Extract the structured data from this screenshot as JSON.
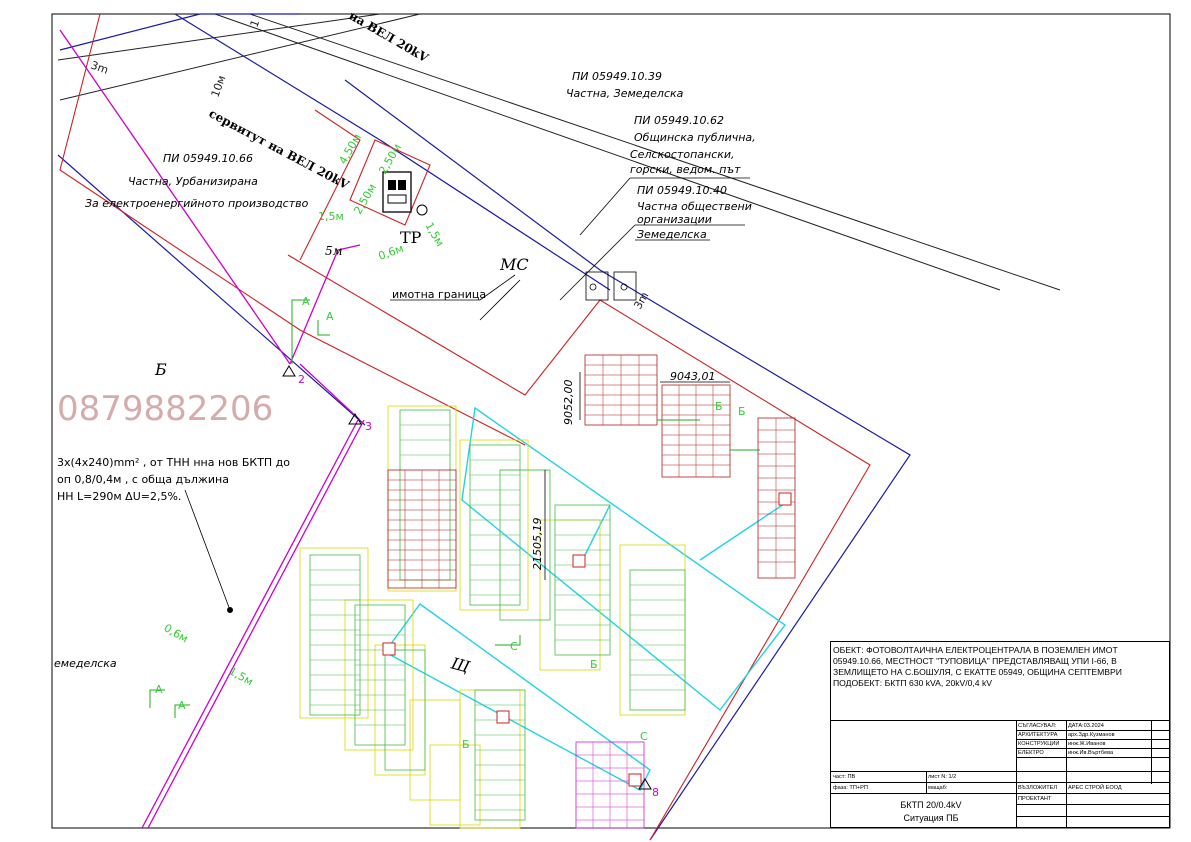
{
  "watermark": "0879882206",
  "plots": {
    "p39": {
      "id": "ПИ 05949.10.39",
      "owner": "Частна,  Земеделска"
    },
    "p62": {
      "id": "ПИ 05949.10.62",
      "line2": "Общинска публична,",
      "line3": "Селскостопански,",
      "line4": "горски, ведом. път"
    },
    "p40": {
      "id": "ПИ 05949.10.40",
      "line2": "Частна обществени",
      "line3": "организации",
      "line4": "Земеделска"
    },
    "p66": {
      "id": "ПИ 05949.10.66",
      "line2": "Частна, Урбанизирана",
      "line3": "За електроенергийното производство"
    },
    "left_bottom": "емеделска"
  },
  "easements": {
    "top": "на ВЕЛ 20kV",
    "main": "сервитут на ВЕЛ 20kV"
  },
  "zones": {
    "tp": "ТР",
    "mc": "МС",
    "b": "Б",
    "shch": "Щ"
  },
  "boundary_label": "имотна граница",
  "cable_note": {
    "line1": "3х(4х240)mm² , от ТНН нна нов БКТП до",
    "line2": "оп 0,8/0,4м , с обща дължина",
    "line3": "НН L=290м ΔU=2,5%."
  },
  "dimensions": {
    "d1": "9043,01",
    "d2": "9052,00",
    "d3": "21505,19",
    "tp_a": "4,50м",
    "tp_b": "2,50м",
    "tp_c": "2,50м",
    "tp_d": "1,5м",
    "tp_e": "0,6м",
    "tp_f": "1,5м",
    "tp_g": "5м",
    "cable_a": "0,6м",
    "cable_b": "1,5м",
    "road_a": "10м",
    "road_b": "3m",
    "road_c": "3m",
    "road_d": "1"
  },
  "section_marks": {
    "a": "A",
    "b": "Б",
    "c": "С"
  },
  "node_labels": {
    "n2": "2",
    "n3": "3",
    "n8": "8"
  },
  "title_block": {
    "description": "ОБЕКТ: ФОТОВОЛТАИЧНА ЕЛЕКТРОЦЕНТРАЛА В ПОЗЕМЛЕН ИМОТ 05949.10.66, МЕСТНОСТ \"ТУПОВИЦА\" ПРЕДСТАВЛЯВАЩ УПИ I-66, В ЗЕМЛИЩЕТО НА С.БОШУЛЯ, С ЕКАТТЕ 05949, ОБЩИНА СЕПТЕМВРИ ПОДОБЕКТ: БКТП 630 kVA, 20kV/0,4 kV",
    "rows": [
      {
        "label": "СЪГЛАСУВАЛ:",
        "value": "ДАТА:03.2024"
      },
      {
        "label": "АРХИТЕКТУРА",
        "value": "арх.Здр.Кузманов"
      },
      {
        "label": "КОНСТРУКЦИИ",
        "value": "инж.Ж.Иванов"
      },
      {
        "label": "ЕЛЕКТРО",
        "value": "инж.Ив.Въртбева"
      }
    ],
    "part": "част: ПВ",
    "sheet": "лист N: 1/2",
    "phase": "фаза: ТП+РП",
    "scale": "мащаб:",
    "contractor_label": "ВЪЗЛОЖИТЕЛ",
    "contractor": "АРЕС СТРОЙ ЕООД",
    "designer_label": "ПРОЕКТАНТ",
    "title1": "БКТП  20/0.4kV",
    "title2": "Ситуация ПБ"
  }
}
